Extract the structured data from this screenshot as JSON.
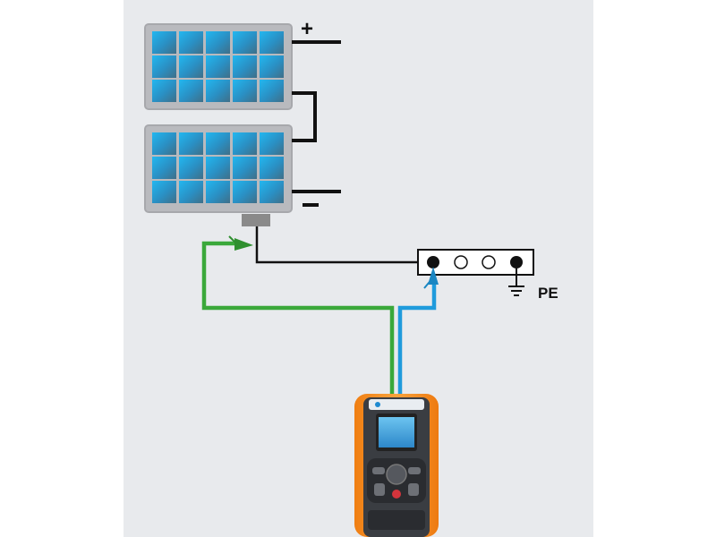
{
  "diagram": {
    "polarity": {
      "plus": "+",
      "minus": "–"
    },
    "terminal_label": "PE",
    "colors": {
      "background": "#e8eaed",
      "panel_frame": "#b8b9bd",
      "cell_light": "#1fb3ec",
      "cell_dark": "#4a7d96",
      "wire_black": "#111111",
      "wire_green": "#3aa83a",
      "wire_blue": "#1f9bdc",
      "meter_body": "#f28c1e",
      "meter_face": "#3a3d42"
    },
    "components": {
      "panels": [
        "solar-panel-top",
        "solar-panel-bottom"
      ],
      "terminal_block_sockets": 4,
      "meter": "insulation-tester"
    }
  }
}
